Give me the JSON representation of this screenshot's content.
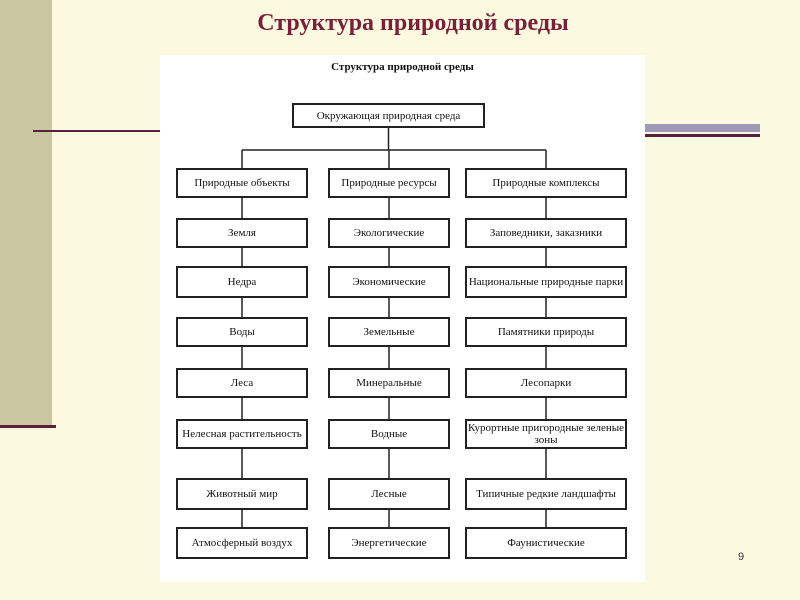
{
  "slide": {
    "title": "Структура природной среды",
    "page_number": "9"
  },
  "diagram": {
    "title": "Структура природной среды",
    "root": "Окружающая природная среда",
    "columns": [
      {
        "header": "Природные объекты",
        "items": [
          "Земля",
          "Недра",
          "Воды",
          "Леса",
          "Нелесная растительность",
          "Животный мир",
          "Атмосферный воздух"
        ]
      },
      {
        "header": "Природные ресурсы",
        "items": [
          "Экологические",
          "Экономические",
          "Земельные",
          "Минеральные",
          "Водные",
          "Лесные",
          "Энергетические"
        ]
      },
      {
        "header": "Природные комплексы",
        "items": [
          "Заповедники, заказники",
          "Национальные природные парки",
          "Памятники природы",
          "Лесопарки",
          "Курортные пригородные зеленые зоны",
          "Типичные редкие ландшафты",
          "Фаунистические"
        ]
      }
    ]
  }
}
